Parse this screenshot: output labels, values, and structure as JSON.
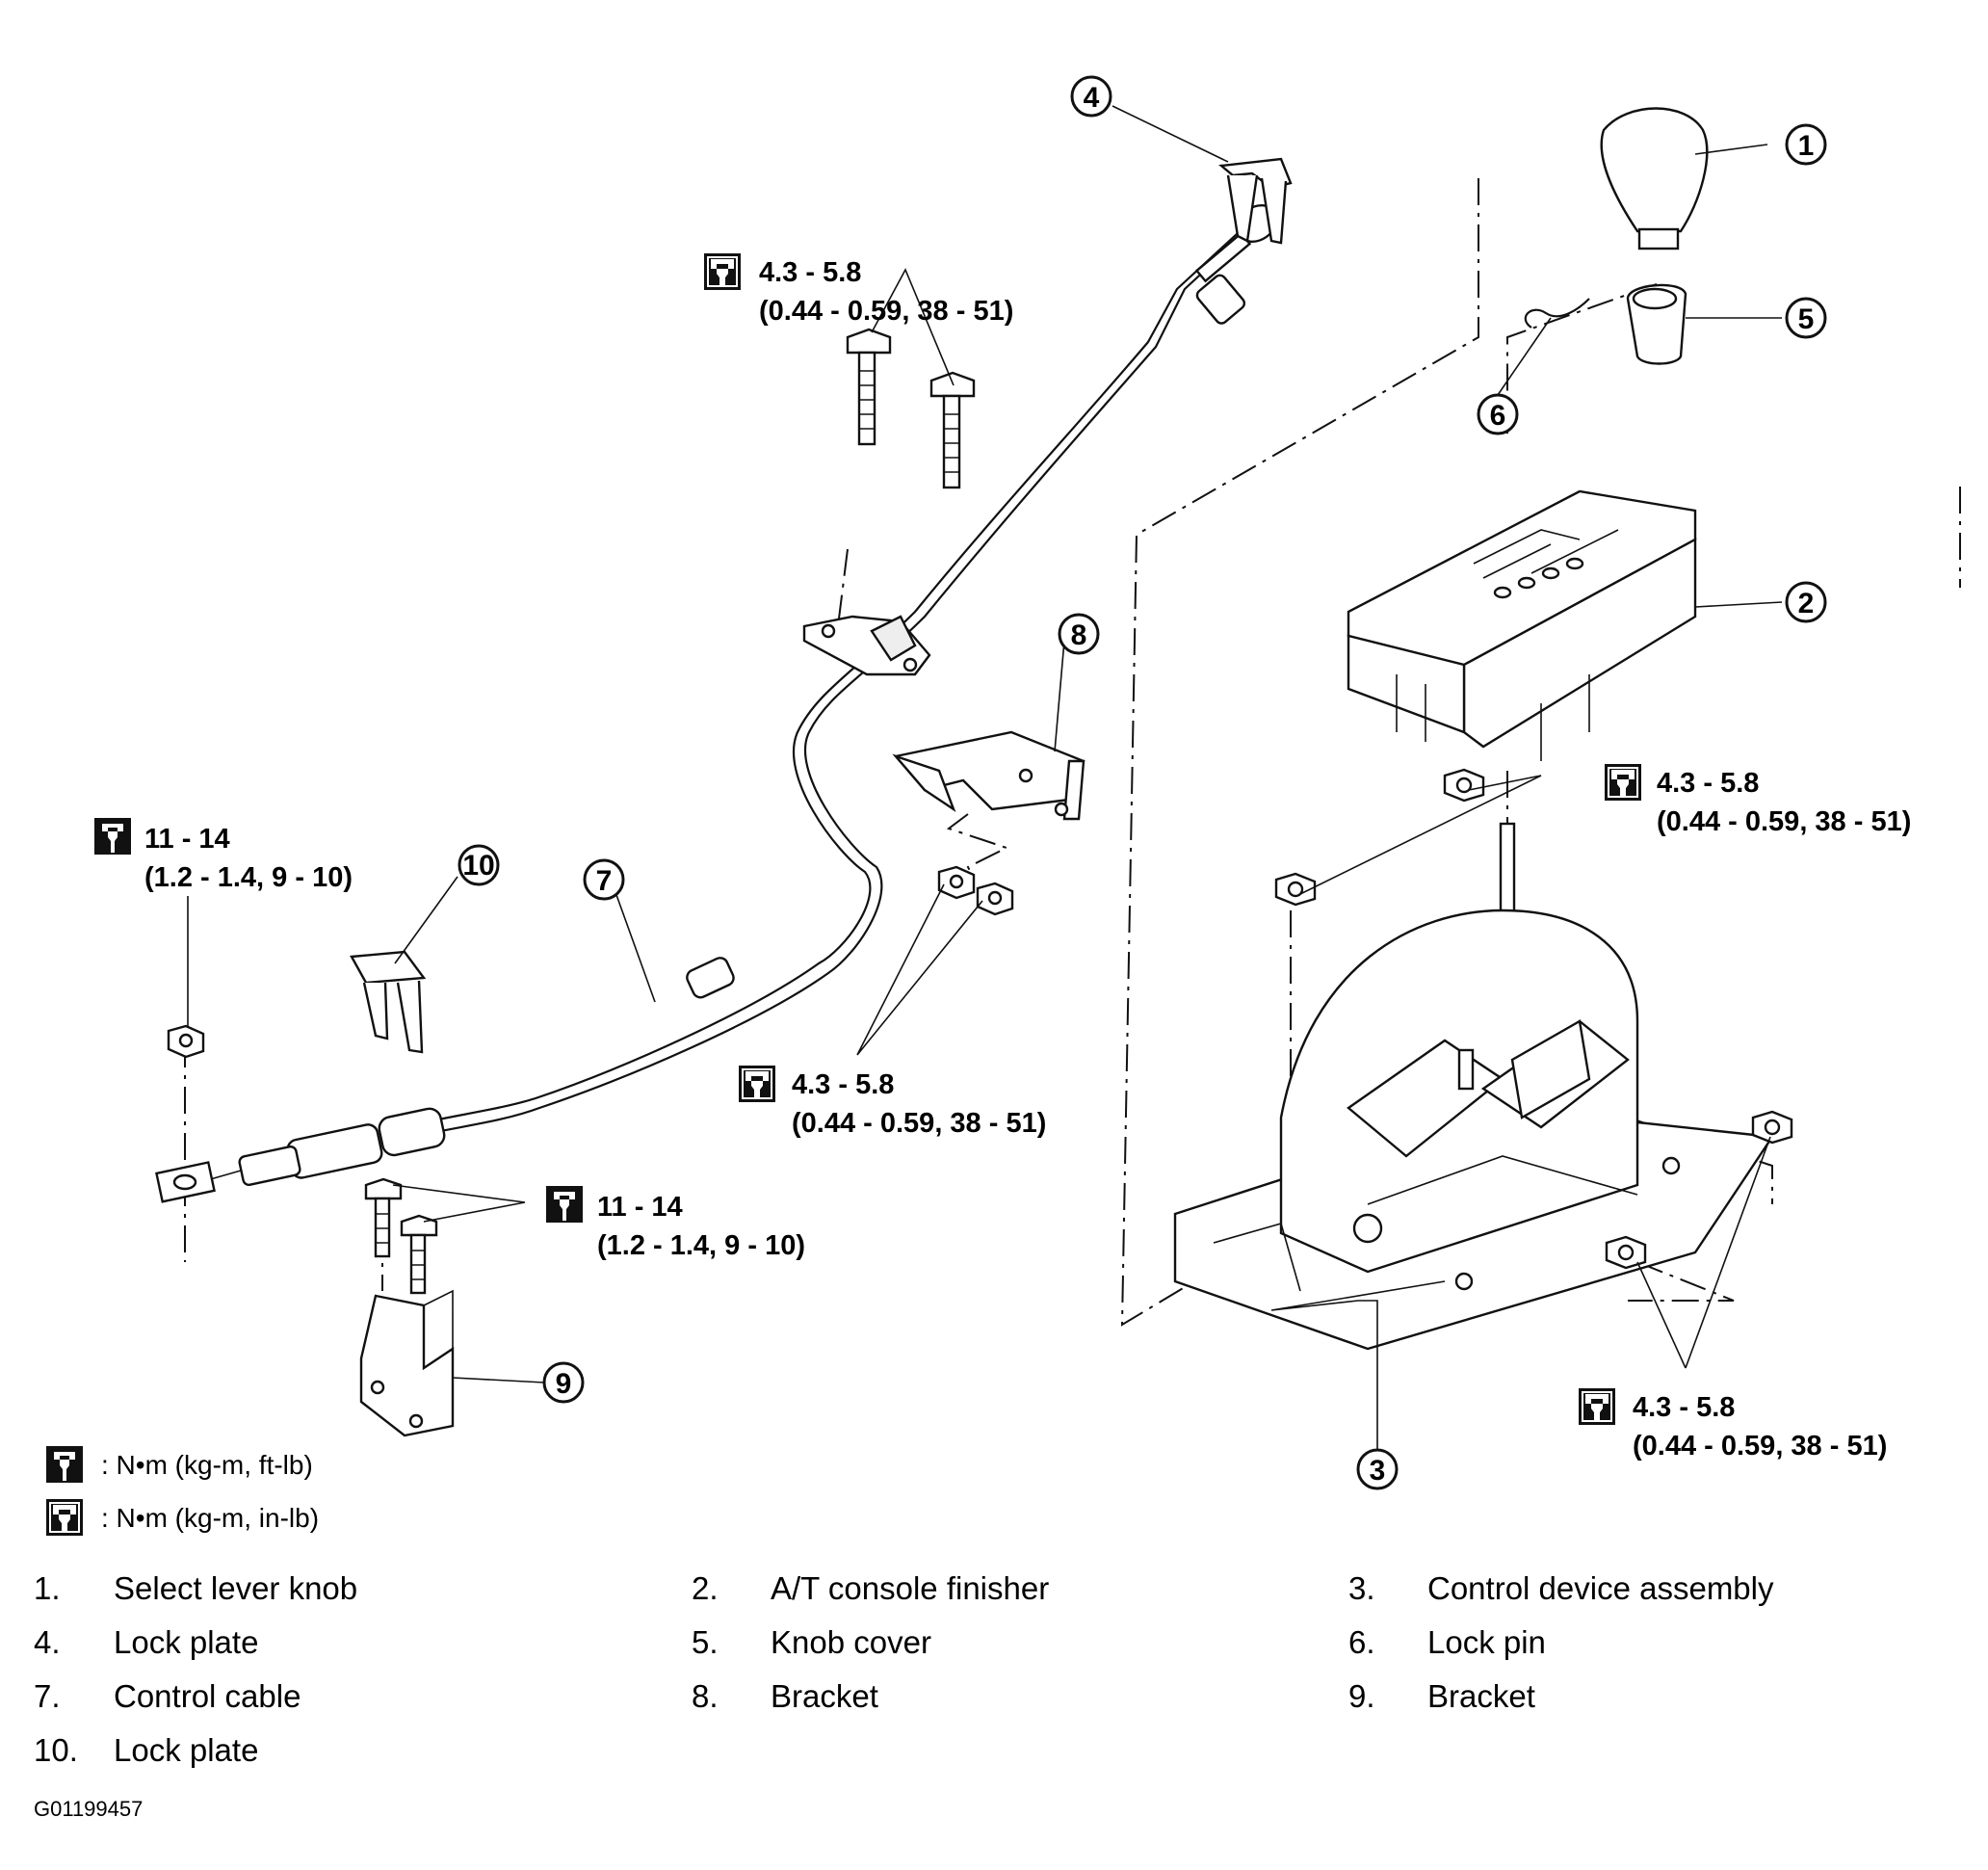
{
  "callouts": {
    "c1": "1",
    "c2": "2",
    "c3": "3",
    "c4": "4",
    "c5": "5",
    "c6": "6",
    "c7": "7",
    "c8": "8",
    "c9": "9",
    "c10": "10"
  },
  "torque_specs": {
    "cable_bracket_bolts": {
      "value": "4.3 - 5.8",
      "detail": "(0.44 - 0.59, 38 - 51)",
      "icon": "torque-wrench-in-lb-icon"
    },
    "cable_end_nut": {
      "value": "11 - 14",
      "detail": "(1.2 - 1.4, 9 - 10)",
      "icon": "torque-wrench-ft-lb-icon"
    },
    "bracket8_nuts": {
      "value": "4.3 - 5.8",
      "detail": "(0.44 - 0.59, 38 - 51)",
      "icon": "torque-wrench-in-lb-icon"
    },
    "bracket9_bolts": {
      "value": "11 - 14",
      "detail": "(1.2 - 1.4, 9 - 10)",
      "icon": "torque-wrench-ft-lb-icon"
    },
    "finisher_nuts": {
      "value": "4.3 - 5.8",
      "detail": "(0.44 - 0.59, 38 - 51)",
      "icon": "torque-wrench-in-lb-icon"
    },
    "base_nuts": {
      "value": "4.3 - 5.8",
      "detail": "(0.44 - 0.59, 38 - 51)",
      "icon": "torque-wrench-in-lb-icon"
    }
  },
  "legend": [
    {
      "icon": "torque-wrench-ft-lb-icon",
      "text": ": N•m (kg-m, ft-lb)"
    },
    {
      "icon": "torque-wrench-in-lb-icon",
      "text": ": N•m (kg-m, in-lb)"
    }
  ],
  "parts": [
    {
      "num": "1.",
      "name": "Select lever knob"
    },
    {
      "num": "2.",
      "name": "A/T console finisher"
    },
    {
      "num": "3.",
      "name": "Control device assembly"
    },
    {
      "num": "4.",
      "name": "Lock plate"
    },
    {
      "num": "5.",
      "name": "Knob cover"
    },
    {
      "num": "6.",
      "name": "Lock pin"
    },
    {
      "num": "7.",
      "name": "Control cable"
    },
    {
      "num": "8.",
      "name": "Bracket"
    },
    {
      "num": "9.",
      "name": "Bracket"
    },
    {
      "num": "10.",
      "name": "Lock plate"
    }
  ],
  "figure_id": "G01199457"
}
